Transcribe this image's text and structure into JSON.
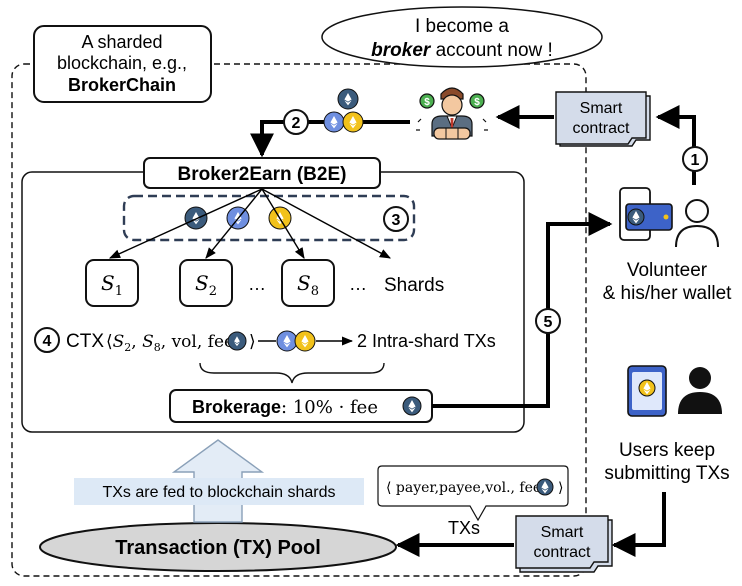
{
  "title_box": {
    "line1": "A sharded",
    "line2": "blockchain, e.g.,",
    "line3": "BrokerChain"
  },
  "speech": {
    "line1": "I become a",
    "broker_word": "broker",
    "line2_rest": " account now !"
  },
  "smart_contract_top": {
    "line1": "Smart",
    "line2": "contract"
  },
  "smart_contract_bottom": {
    "line1": "Smart",
    "line2": "contract"
  },
  "b2e": {
    "label": "Broker2Earn (B2E)"
  },
  "steps": {
    "s1": "1",
    "s2": "2",
    "s3": "3",
    "s4": "4",
    "s5": "5"
  },
  "shards": {
    "base_letter": "S",
    "items": [
      {
        "sub": "1"
      },
      {
        "sub": "2"
      },
      {
        "sub": "8"
      }
    ],
    "ellipsis": "…",
    "label": "Shards"
  },
  "ctx": {
    "label": "CTX",
    "tuple_open": "⟨",
    "s_a": "S",
    "s_a_sub": "2",
    "s_b": "S",
    "s_b_sub": "8",
    "tuple_rest": ", vol, fee",
    "tuple_close": "⟩",
    "result": "2 Intra-shard TXs"
  },
  "brokerage": {
    "label": "Brokerage",
    "formula": ": 10% · fee"
  },
  "volunteer": {
    "line1": "Volunteer",
    "line2": "& his/her wallet"
  },
  "users": {
    "line1": "Users keep",
    "line2": "submitting TXs"
  },
  "tx_tuple": {
    "text": "⟨ payer,payee,vol., fee",
    "close": "⟩"
  },
  "txs_label": "TXs",
  "fed_note": "TXs are fed to blockchain shards",
  "pool": {
    "label": "Transaction (TX) Pool"
  },
  "colors": {
    "coin_dark": "#3b5b7c",
    "coin_blue": "#6f8fe0",
    "coin_gold": "#f2c21b",
    "contract_fill": "#d4dcea",
    "pool_fill": "#d6d6d6",
    "note_fill": "#dde9f6",
    "arrow_up_fill": "#e3ecf6",
    "dashed_box": "#2f3d55"
  },
  "icons": [
    "ethereum-coin-icon",
    "broker-person-icon",
    "wallet-phone-icon",
    "user-icon",
    "handshake-icon",
    "dollar-coin-icon"
  ]
}
